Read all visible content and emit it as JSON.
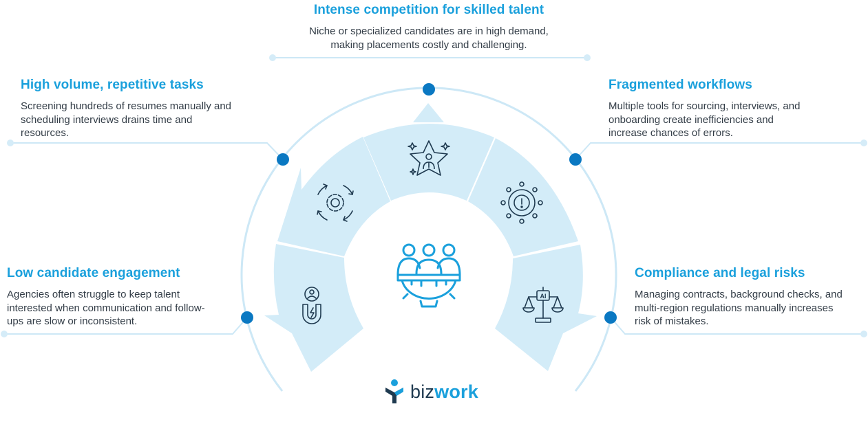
{
  "blocks": [
    {
      "id": "top",
      "title": "Intense competition for skilled talent",
      "desc_lines": [
        "Niche or specialized candidates are in high demand,",
        "making placements costly and challenging."
      ],
      "icon": "star-person-icon"
    },
    {
      "id": "upper-left",
      "title": "High volume, repetitive tasks",
      "desc_lines": [
        "Screening hundreds of resumes manually and",
        "scheduling interviews drains time and",
        "resources."
      ],
      "icon": "gear-cycle-icon"
    },
    {
      "id": "upper-right",
      "title": "Fragmented workflows",
      "desc_lines": [
        "Multiple tools for sourcing, interviews, and",
        "onboarding create inefficiencies and",
        "increase chances of errors."
      ],
      "icon": "gear-alert-icon"
    },
    {
      "id": "lower-left",
      "title": "Low candidate engagement",
      "desc_lines": [
        "Agencies often struggle to keep talent",
        "interested when communication and follow-",
        "ups are slow or inconsistent."
      ],
      "icon": "magnet-person-icon"
    },
    {
      "id": "lower-right",
      "title": "Compliance and legal risks",
      "desc_lines": [
        "Managing contracts, background checks, and",
        "multi-region regulations manually increases",
        "risk of mistakes."
      ],
      "icon": "ai-scale-icon"
    }
  ],
  "center_icon": "team-gear-icon",
  "logo": {
    "part1": "biz",
    "part2": "work",
    "icon": "bizwork-logo-icon"
  },
  "colors": {
    "accent": "#1aa0dc",
    "dot": "#0a78c2",
    "segment": "#d3ecf8",
    "ring": "#cde8f6",
    "text": "#333d47",
    "icon": "#1f3a50",
    "center_icon": "#1aa0dc"
  }
}
